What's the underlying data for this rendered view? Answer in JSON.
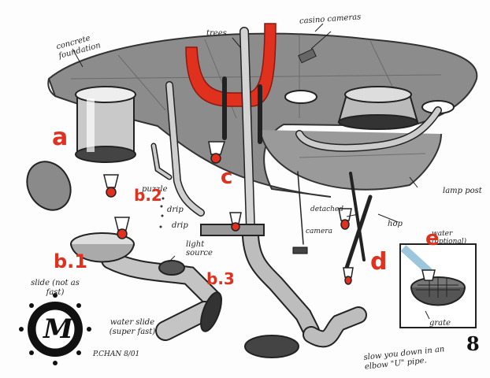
{
  "labels": {
    "concrete_foundation": "concrete foundation",
    "trees": "trees",
    "casino_cameras": "casino cameras",
    "lamp_post": "lamp post",
    "puzzle": "puzzle",
    "drip1": "drip",
    "drip2": "drip",
    "light_source": "light source",
    "detached": "detached",
    "hop": "hop",
    "camera": "camera",
    "water_optional": "water (optional)",
    "grate": "grate",
    "slide_not_as_fast": "slide (not as fast)",
    "water_slide": "water slide (super fast)",
    "slow_you_down": "slow you down in an elbow \"U\" pipe.",
    "signature": "P.CHAN 8/01"
  },
  "section_letters": {
    "a": "a",
    "b2": "b.2",
    "c": "c",
    "b1": "b.1",
    "b3": "b.3",
    "d": "d",
    "e": "e"
  },
  "page_number": "8",
  "emblem_letter": "M",
  "colors": {
    "accent_red": "#e0301e",
    "foundation_gray": "#8f8f8f",
    "pipe_gray": "#b9b9b9",
    "ink": "#222222"
  }
}
